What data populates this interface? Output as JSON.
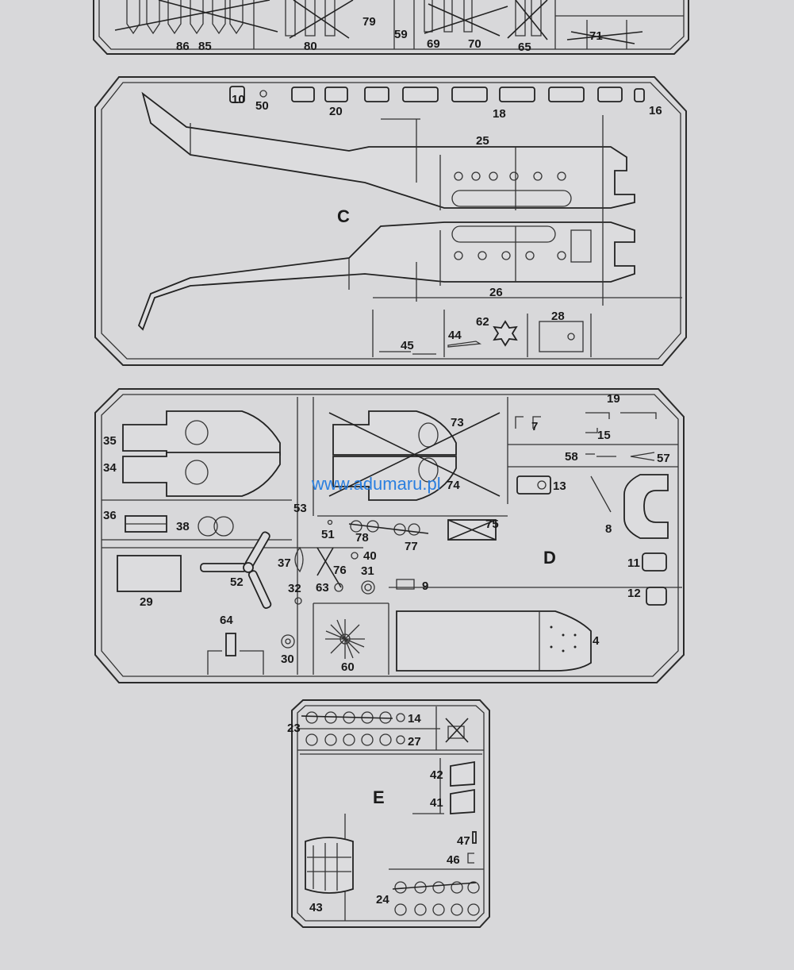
{
  "watermark": "www.adumaru.pl",
  "sprues": {
    "C": "C",
    "D": "D",
    "E": "E"
  },
  "labels": {
    "top": [
      "86",
      "85",
      "80",
      "79",
      "59",
      "69",
      "70",
      "65",
      "71"
    ],
    "c": [
      "10",
      "50",
      "20",
      "18",
      "16",
      "25",
      "26",
      "28",
      "62",
      "44",
      "45"
    ],
    "d": [
      "19",
      "7",
      "15",
      "73",
      "74",
      "35",
      "34",
      "58",
      "57",
      "13",
      "8",
      "36",
      "38",
      "53",
      "51",
      "78",
      "77",
      "75",
      "37",
      "76",
      "40",
      "31",
      "52",
      "32",
      "63",
      "9",
      "11",
      "12",
      "29",
      "64",
      "30",
      "60",
      "4"
    ],
    "e": [
      "23",
      "14",
      "27",
      "42",
      "41",
      "47",
      "46",
      "43",
      "24"
    ]
  }
}
